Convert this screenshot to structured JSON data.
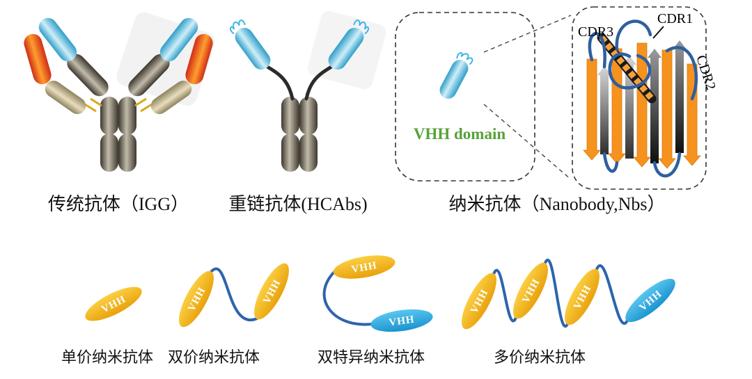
{
  "figure": {
    "top_labels": {
      "igg": "传统抗体（IGG）",
      "hcabs": "重链抗体(HCAbs)",
      "nanobody": "纳米抗体（Nanobody,Nbs）"
    },
    "vhh_domain_label": "VHH domain",
    "cdr_labels": {
      "cdr1": "CDR1",
      "cdr2": "CDR2",
      "cdr3": "CDR3"
    },
    "vhh_label": "VHH",
    "bottom_labels": {
      "monovalent": "单价纳米抗体",
      "bivalent": "双价纳米抗体",
      "bispecific": "双特异纳米抗体",
      "multivalent": "多价纳米抗体"
    },
    "colors": {
      "heavy_chain_gray": "#4a443a",
      "light_chain_tan": "#cfc3a0",
      "variable_blue": "#56c6ef",
      "variable_red": "#e8432b",
      "vhh_yellow": "#f2b21d",
      "vhh_blue": "#2aa9e1",
      "linker_blue": "#2d64ad",
      "sheet_orange": "#f6921e",
      "vhh_domain_green": "#57a23a"
    }
  }
}
